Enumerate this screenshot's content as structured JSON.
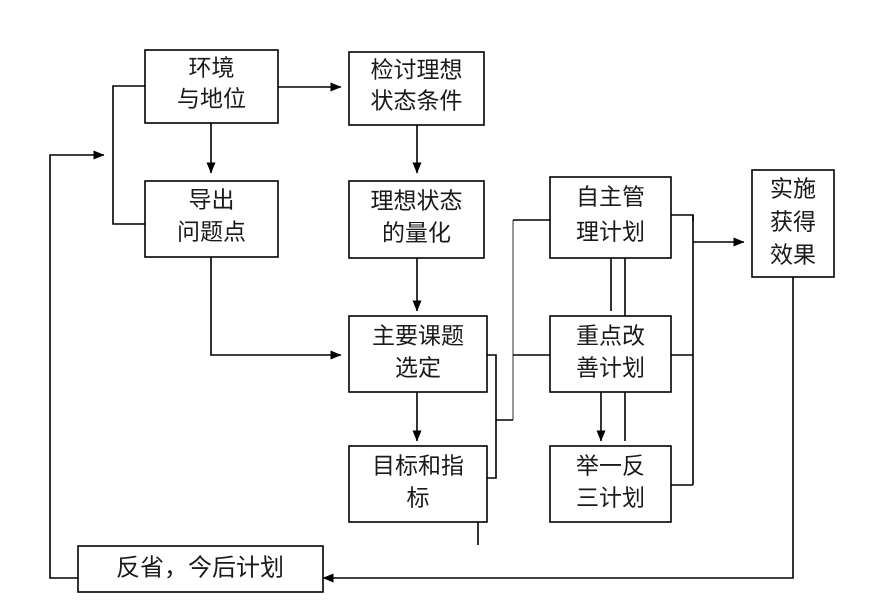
{
  "diagram": {
    "type": "flowchart",
    "title": "",
    "background_color": "#ffffff",
    "line_color": "#000000",
    "accent_line_color": "#8c8c8c",
    "text_color": "#1a1a1a",
    "nodes": [
      {
        "id": "env-status",
        "name": "environment-and-status",
        "lines": [
          "环境",
          "与地位"
        ],
        "line1": "环境",
        "line2": "与地位",
        "line3": ""
      },
      {
        "id": "review-ideal",
        "name": "review-ideal-conditions",
        "lines": [
          "检讨理想",
          "状态条件"
        ],
        "line1": "检讨理想",
        "line2": "状态条件",
        "line3": ""
      },
      {
        "id": "derive-problems",
        "name": "derive-problem-points",
        "lines": [
          "导出",
          "问题点"
        ],
        "line1": "导出",
        "line2": "问题点",
        "line3": ""
      },
      {
        "id": "quantify-ideal",
        "name": "quantify-ideal-state",
        "lines": [
          "理想状态",
          "的量化"
        ],
        "line1": "理想状态",
        "line2": "的量化",
        "line3": ""
      },
      {
        "id": "autonomous-plan",
        "name": "autonomous-management-plan",
        "lines": [
          "自主管",
          "理计划"
        ],
        "line1": "自主管",
        "line2": "理计划",
        "line3": ""
      },
      {
        "id": "implement-effect",
        "name": "implement-and-obtain-effect",
        "lines": [
          "实施",
          "获得",
          "效果"
        ],
        "line1": "实施",
        "line2": "获得",
        "line3": "效果"
      },
      {
        "id": "main-topic",
        "name": "main-topic-selection",
        "lines": [
          "主要课题",
          "选定"
        ],
        "line1": "主要课题",
        "line2": "选定",
        "line3": ""
      },
      {
        "id": "key-improve",
        "name": "key-improvement-plan",
        "lines": [
          "重点改",
          "善计划"
        ],
        "line1": "重点改",
        "line2": "善计划",
        "line3": ""
      },
      {
        "id": "goal-index",
        "name": "goal-and-index",
        "lines": [
          "目标和指",
          "标"
        ],
        "line1": "目标和指",
        "line2": "标",
        "line3": ""
      },
      {
        "id": "infer-plan",
        "name": "inference-three-plan",
        "lines": [
          "举一反",
          "三计划"
        ],
        "line1": "举一反",
        "line2": "三计划",
        "line3": ""
      },
      {
        "id": "reflection",
        "name": "reflection-future-plan",
        "lines": [
          "反省，今后计划"
        ],
        "line1": "反省，今后计划",
        "line2": "",
        "line3": ""
      }
    ]
  }
}
